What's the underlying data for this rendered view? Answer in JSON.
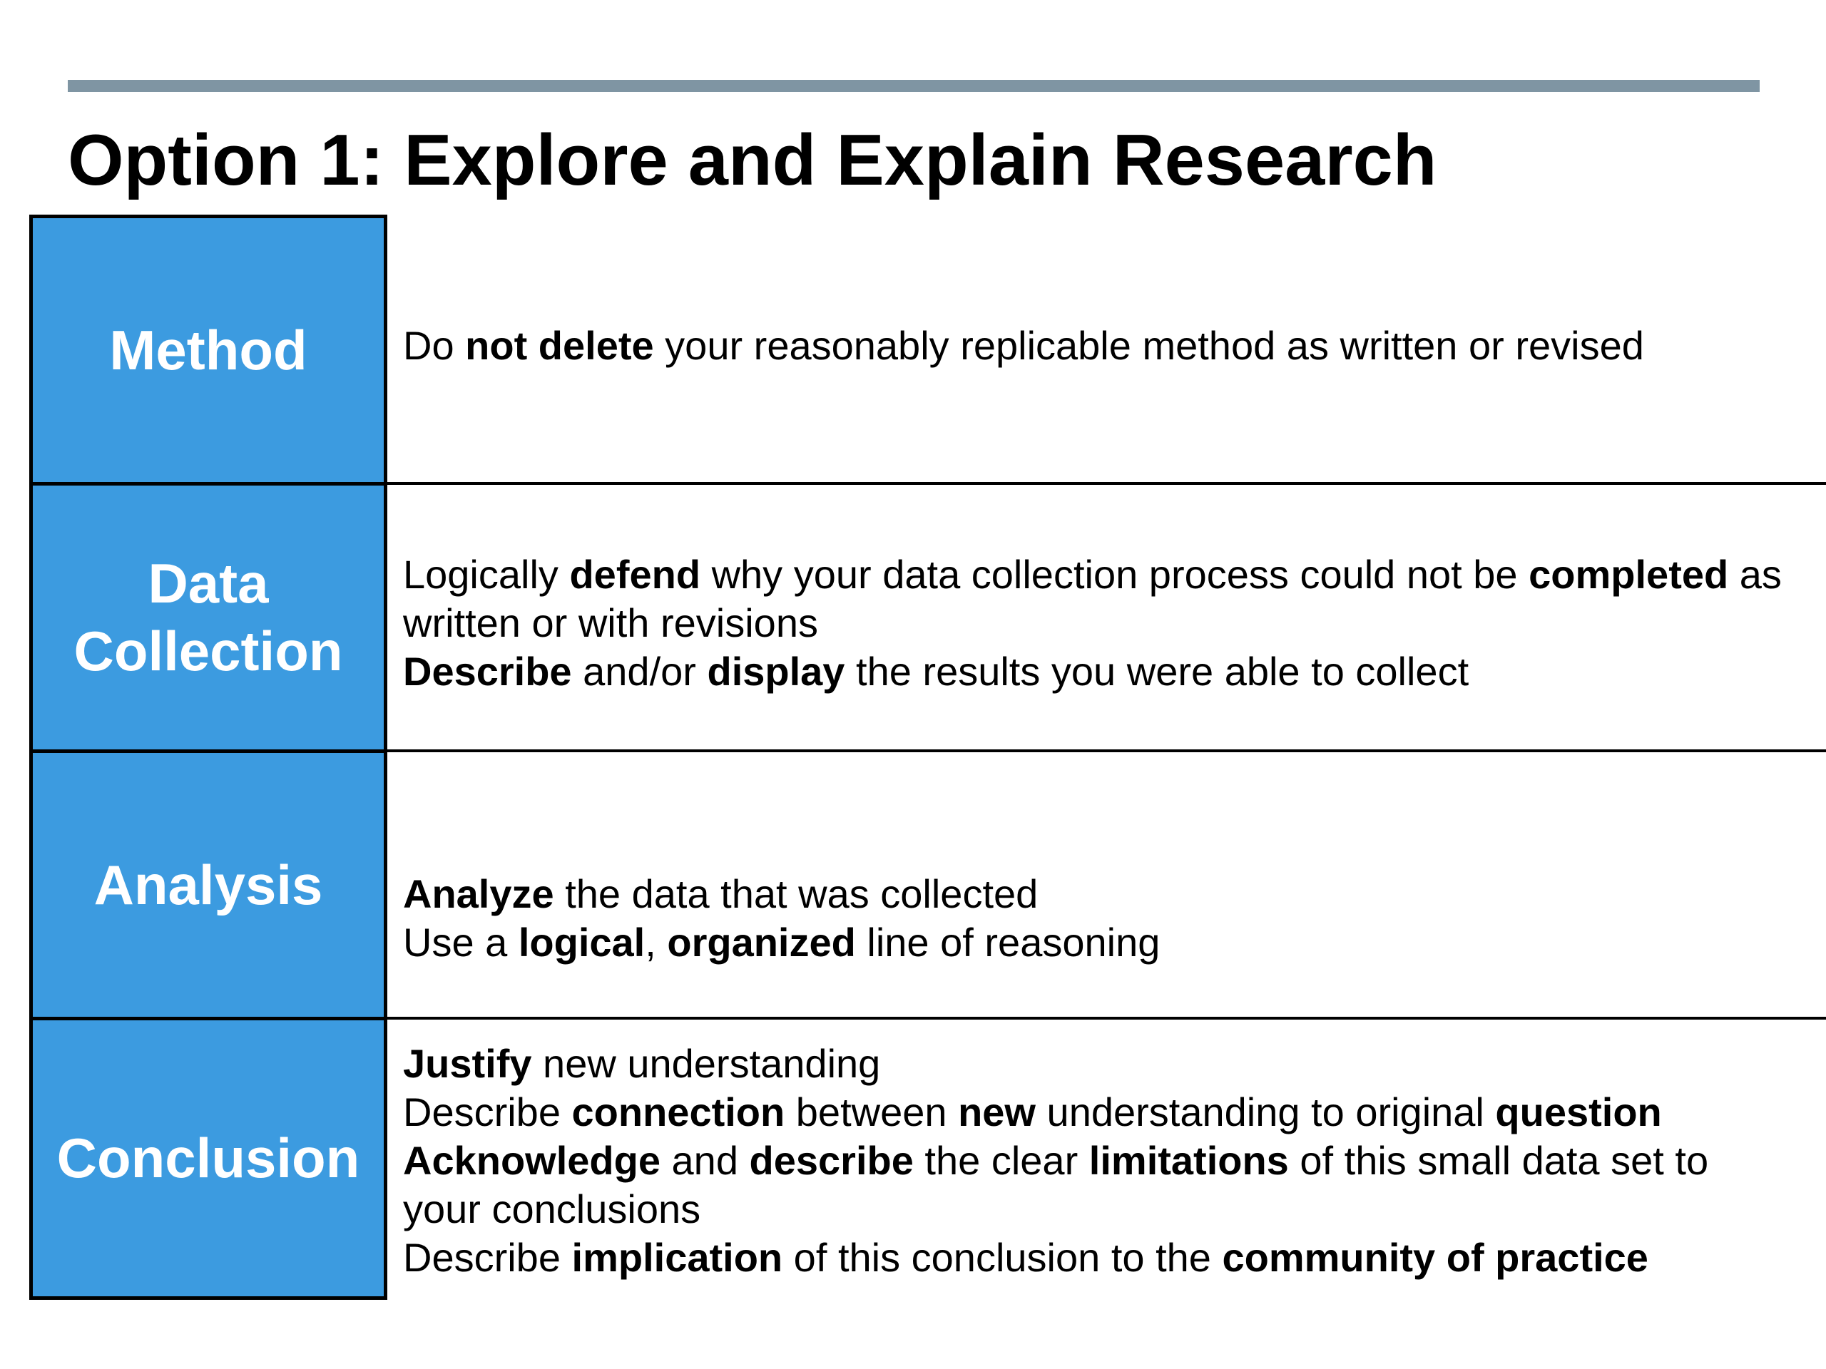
{
  "slide": {
    "title": "Option 1: Explore and Explain Research"
  },
  "colors": {
    "label_fill": "#3c9be0",
    "top_rule": "#7f95a3",
    "label_text": "#ffffff"
  },
  "rows": [
    {
      "label": "Method",
      "lines": [
        [
          {
            "text": "Do ",
            "bold": false
          },
          {
            "text": "not delete",
            "bold": true
          },
          {
            "text": " your reasonably replicable method as written or revised",
            "bold": false
          }
        ]
      ]
    },
    {
      "label": "Data Collection",
      "lines": [
        [
          {
            "text": "Logically ",
            "bold": false
          },
          {
            "text": "defend",
            "bold": true
          },
          {
            "text": " why your data collection process could not be ",
            "bold": false
          },
          {
            "text": "completed",
            "bold": true
          },
          {
            "text": " as",
            "bold": false
          }
        ],
        [
          {
            "text": "written or with revisions",
            "bold": false
          }
        ],
        [
          {
            "text": "Describe",
            "bold": true
          },
          {
            "text": " and/or ",
            "bold": false
          },
          {
            "text": "display",
            "bold": true
          },
          {
            "text": " the results you were able to collect",
            "bold": false
          }
        ]
      ]
    },
    {
      "label": "Analysis",
      "lines": [
        [
          {
            "text": "Analyze",
            "bold": true
          },
          {
            "text": " the data that was collected",
            "bold": false
          }
        ],
        [
          {
            "text": "Use a ",
            "bold": false
          },
          {
            "text": "logical",
            "bold": true
          },
          {
            "text": ", ",
            "bold": false
          },
          {
            "text": "organized",
            "bold": true
          },
          {
            "text": " line of reasoning",
            "bold": false
          }
        ]
      ]
    },
    {
      "label": "Conclusion",
      "lines": [
        [
          {
            "text": "Justify",
            "bold": true
          },
          {
            "text": " new understanding",
            "bold": false
          }
        ],
        [
          {
            "text": "Describe ",
            "bold": false
          },
          {
            "text": "connection",
            "bold": true
          },
          {
            "text": " between ",
            "bold": false
          },
          {
            "text": "new",
            "bold": true
          },
          {
            "text": " understanding to original ",
            "bold": false
          },
          {
            "text": "question",
            "bold": true
          }
        ],
        [
          {
            "text": "Acknowledge",
            "bold": true
          },
          {
            "text": " and ",
            "bold": false
          },
          {
            "text": "describe",
            "bold": true
          },
          {
            "text": " the clear ",
            "bold": false
          },
          {
            "text": "limitations",
            "bold": true
          },
          {
            "text": " of this small data set to",
            "bold": false
          }
        ],
        [
          {
            "text": "your conclusions",
            "bold": false
          }
        ],
        [
          {
            "text": "Describe ",
            "bold": false
          },
          {
            "text": "implication",
            "bold": true
          },
          {
            "text": " of this conclusion to the ",
            "bold": false
          },
          {
            "text": "community of practice",
            "bold": true
          }
        ]
      ]
    }
  ]
}
